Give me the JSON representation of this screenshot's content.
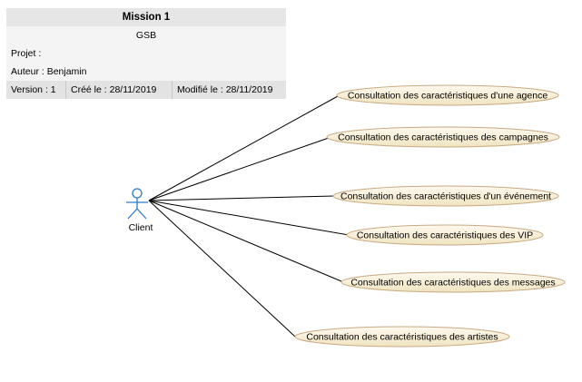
{
  "info_panel": {
    "title": "Mission 1",
    "system": "GSB",
    "projet": "Projet :",
    "auteur": "Auteur : Benjamin",
    "version": "Version : 1",
    "cree": "Créé le : 28/11/2019",
    "modifie": "Modifié le : 28/11/2019"
  },
  "actor": {
    "label": "Client",
    "icon": "stick-figure-actor-icon"
  },
  "use_cases": [
    "Consultation des caractéristiques d'une agence",
    "Consultation des caractéristiques des campagnes",
    "Consultation des caractéristiques d'un événement",
    "Consultation des caractéristiques des VIP",
    "Consultation des caractéristiques des messages",
    "Consultation des caractéristiques des artistes"
  ],
  "colors": {
    "usecase_fill": "#f7f0d9",
    "usecase_stroke": "#c9a981",
    "actor_stroke": "#2a7bd0",
    "line": "#000000"
  }
}
